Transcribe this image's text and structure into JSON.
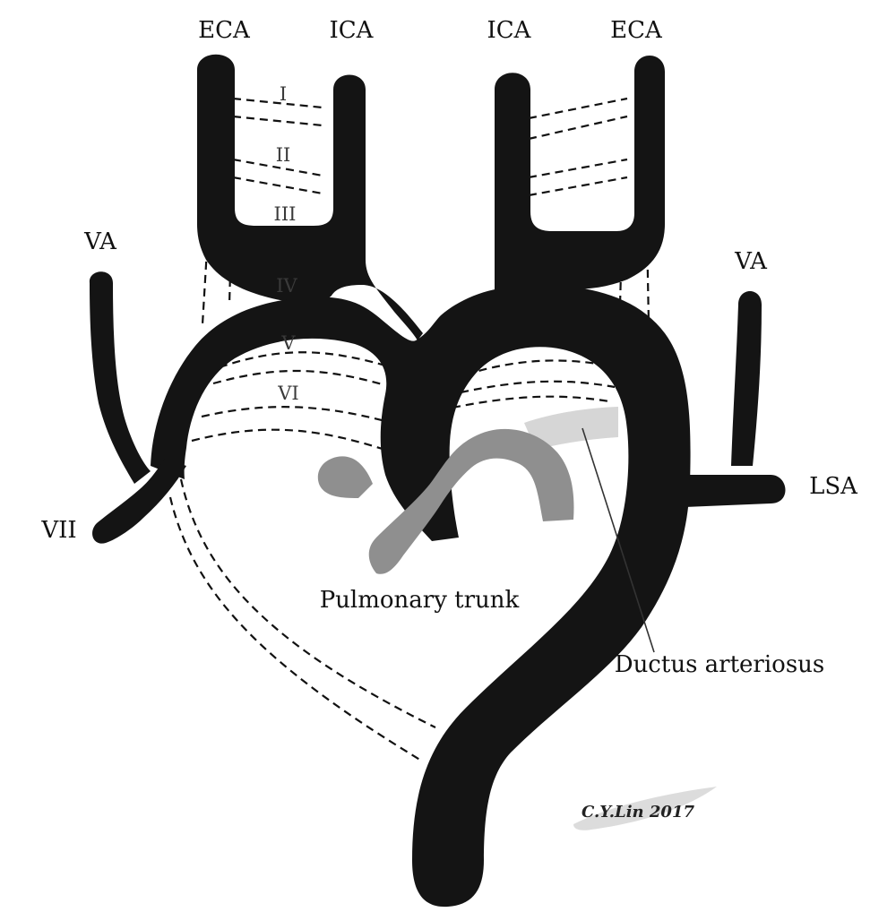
{
  "labels": {
    "eca_right": "ECA",
    "ica_right": "ICA",
    "ica_left": "ICA",
    "eca_left": "ECA",
    "va_right": "VA",
    "va_left": "VA",
    "seventh_right": "VII",
    "lsa": "LSA",
    "pulmonary_trunk": "Pulmonary trunk",
    "ductus_arteriosus": "Ductus arteriosus"
  },
  "arches": [
    "I",
    "II",
    "III",
    "IV",
    "V",
    "VI"
  ],
  "signature": "C.Y.Lin 2017",
  "colors": {
    "vessel": "#141414",
    "pulmonary": "#8f8f8f",
    "ductus": "#d6d6d6",
    "signature_swoosh": "#dcdcdc"
  }
}
